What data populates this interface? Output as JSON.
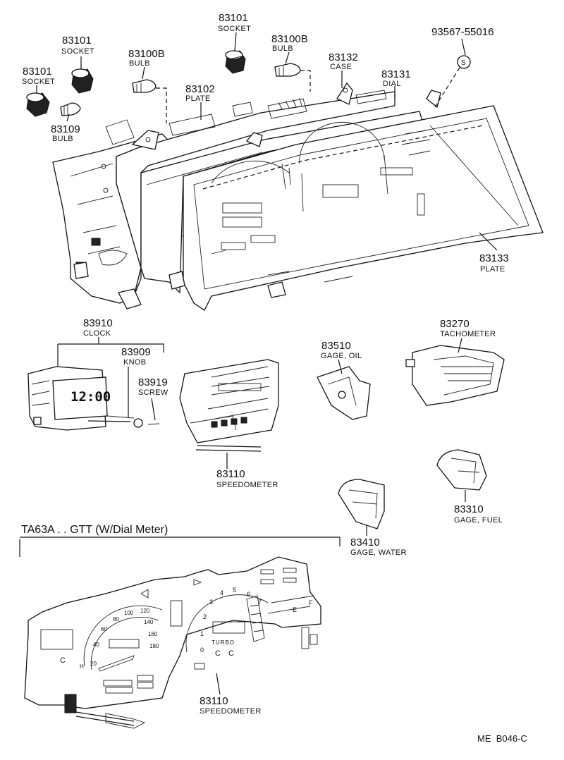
{
  "parts": {
    "socket_top_right": {
      "number": "83101",
      "name": "SOCKET"
    },
    "socket_mid": {
      "number": "83101",
      "name": "SOCKET"
    },
    "socket_left": {
      "number": "83101",
      "name": "SOCKET"
    },
    "bulb_right": {
      "number": "83100B",
      "name": "BULB"
    },
    "bulb_left": {
      "number": "83100B",
      "name": "BULB"
    },
    "bulb_small": {
      "number": "83109",
      "name": "BULB"
    },
    "plate_upper": {
      "number": "83102",
      "name": "PLATE"
    },
    "case": {
      "number": "83132",
      "name": "CASE"
    },
    "dial": {
      "number": "83131",
      "name": "DIAL"
    },
    "screw_ref": {
      "number": "93567-55016",
      "symbol": "S"
    },
    "plate_front": {
      "number": "83133",
      "name": "PLATE"
    },
    "clock": {
      "number": "83910",
      "name": "CLOCK",
      "display": "12:00"
    },
    "knob": {
      "number": "83909",
      "name": "KNOB"
    },
    "screw": {
      "number": "83919",
      "name": "SCREW"
    },
    "speedometer_digital": {
      "number": "83110",
      "name": "SPEEDOMETER"
    },
    "oil_gage": {
      "number": "83510",
      "name": "GAGE, OIL"
    },
    "tachometer": {
      "number": "83270",
      "name": "TACHOMETER"
    },
    "water_gage": {
      "number": "83410",
      "name": "GAGE, WATER"
    },
    "fuel_gage": {
      "number": "83310",
      "name": "GAGE, FUEL"
    },
    "speedometer_dial": {
      "number": "83110",
      "name": "SPEEDOMETER"
    }
  },
  "variant_heading": "TA63A . . GTT (W/Dial Meter)",
  "dial_meter": {
    "speed_ticks": [
      "20",
      "40",
      "60",
      "80",
      "100",
      "120",
      "140",
      "160",
      "180"
    ],
    "tach_ticks": [
      "0",
      "1",
      "2",
      "3",
      "4",
      "5",
      "6",
      "7"
    ],
    "turbo_label": "TURBO",
    "cc": [
      "C",
      "C"
    ],
    "letters": [
      "C",
      "E",
      "F",
      "H"
    ]
  },
  "footer_code": "ME  B046-C"
}
